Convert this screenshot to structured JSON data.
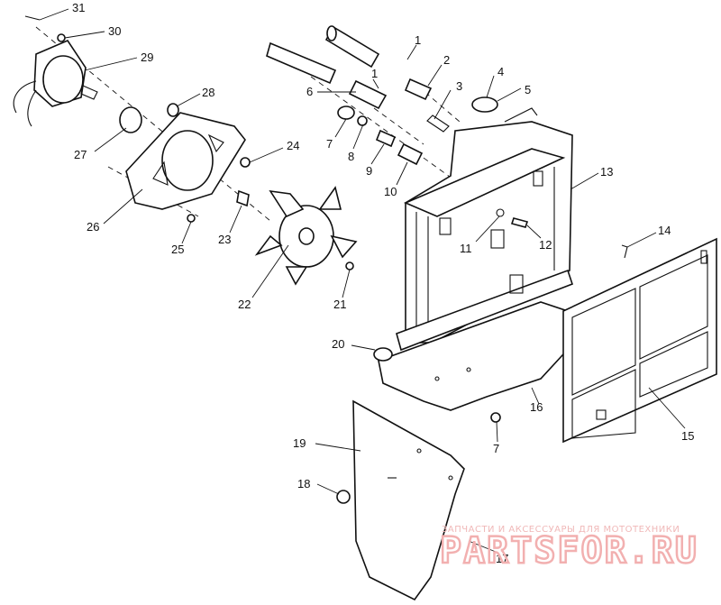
{
  "callouts": [
    "31",
    "30",
    "29",
    "28",
    "27",
    "26",
    "25",
    "24",
    "23",
    "22",
    "21",
    "20",
    "19",
    "18",
    "17",
    "16",
    "15",
    "14",
    "13",
    "12",
    "11",
    "10",
    "9",
    "8",
    "7",
    "7",
    "6",
    "5",
    "4",
    "3",
    "2",
    "1",
    "1"
  ],
  "watermark": {
    "tagline": "ЗАПЧАСТИ И АКСЕССУАРЫ ДЛЯ МОТОТЕХНИКИ",
    "brand": "PARTSFOR.RU"
  }
}
